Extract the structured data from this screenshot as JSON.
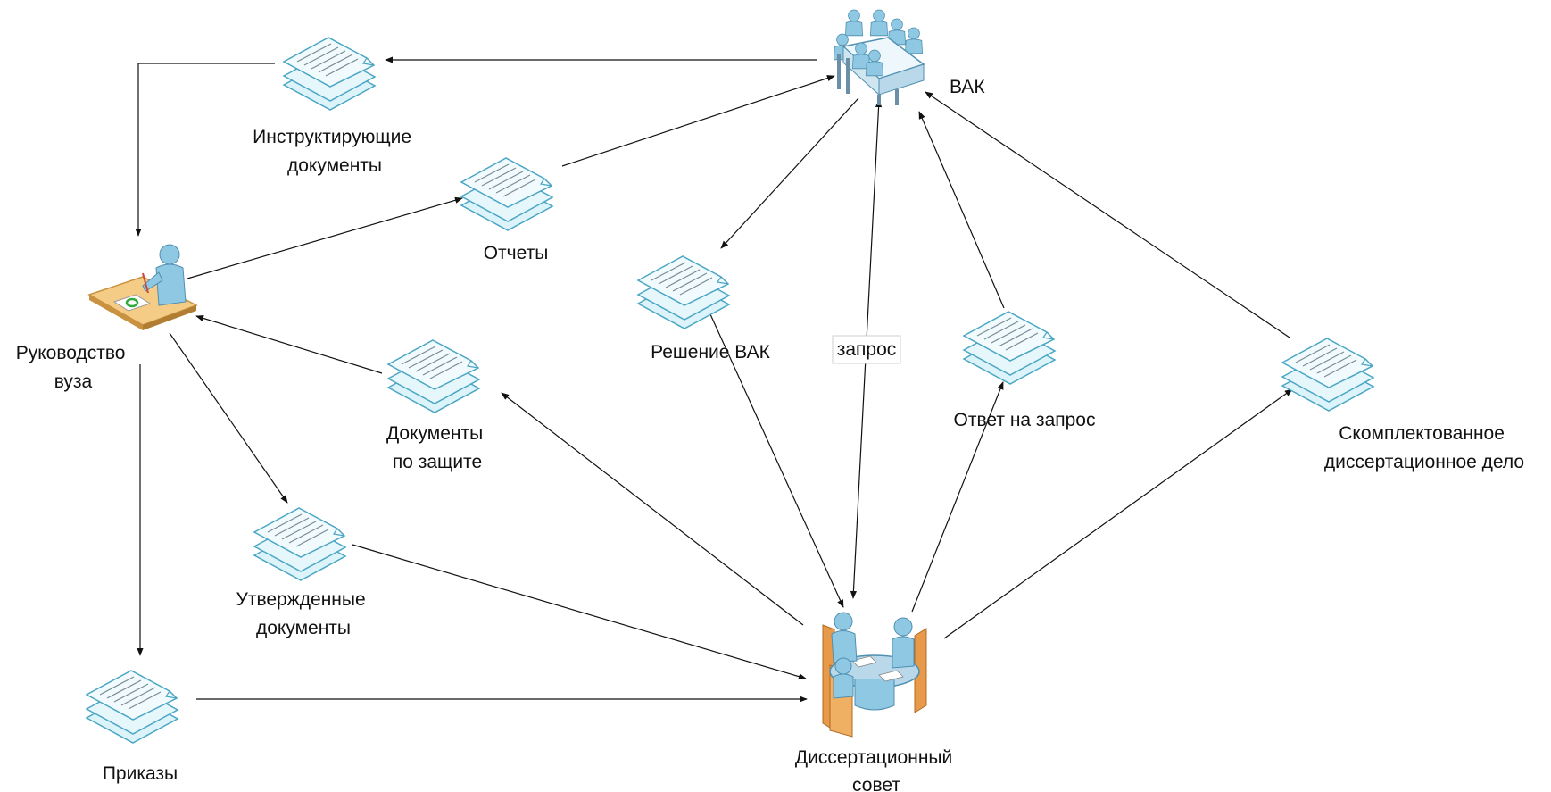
{
  "nodes": {
    "vak": {
      "label": "ВАК",
      "icon": "conference-board-icon"
    },
    "rukovodstvo": {
      "label_lines": [
        "Руководство",
        "вуза"
      ],
      "icon": "manager-at-desk-icon"
    },
    "sovet": {
      "label_lines": [
        "Диссертационный",
        "совет"
      ],
      "icon": "meeting-table-icon"
    }
  },
  "documents": {
    "instr": {
      "label_lines": [
        "Инструктирующие",
        "документы"
      ]
    },
    "otchety": {
      "label_lines": [
        "Отчеты"
      ]
    },
    "reshenie": {
      "label_lines": [
        "Решение ВАК"
      ]
    },
    "otvet": {
      "label_lines": [
        "Ответ на запрос"
      ]
    },
    "delo": {
      "label_lines": [
        "Скомплектованное",
        "диссертационное дело"
      ]
    },
    "zashchita": {
      "label_lines": [
        "Документы",
        "по защите"
      ]
    },
    "utv": {
      "label_lines": [
        "Утвержденные",
        "документы"
      ]
    },
    "prikazy": {
      "label_lines": [
        "Приказы"
      ]
    }
  },
  "edge_labels": {
    "zapros": "запрос"
  },
  "colors": {
    "doc_fill": "#dcf3fa",
    "doc_stroke": "#4aa6c4",
    "doc_lines": "#7a8a94",
    "person": "#8fc8e2",
    "person_dark": "#4f8fb0",
    "desk": "#f0c27a",
    "desk_dark": "#c99240",
    "chair": "#e89a4a",
    "stamp": "#2eab3a"
  }
}
